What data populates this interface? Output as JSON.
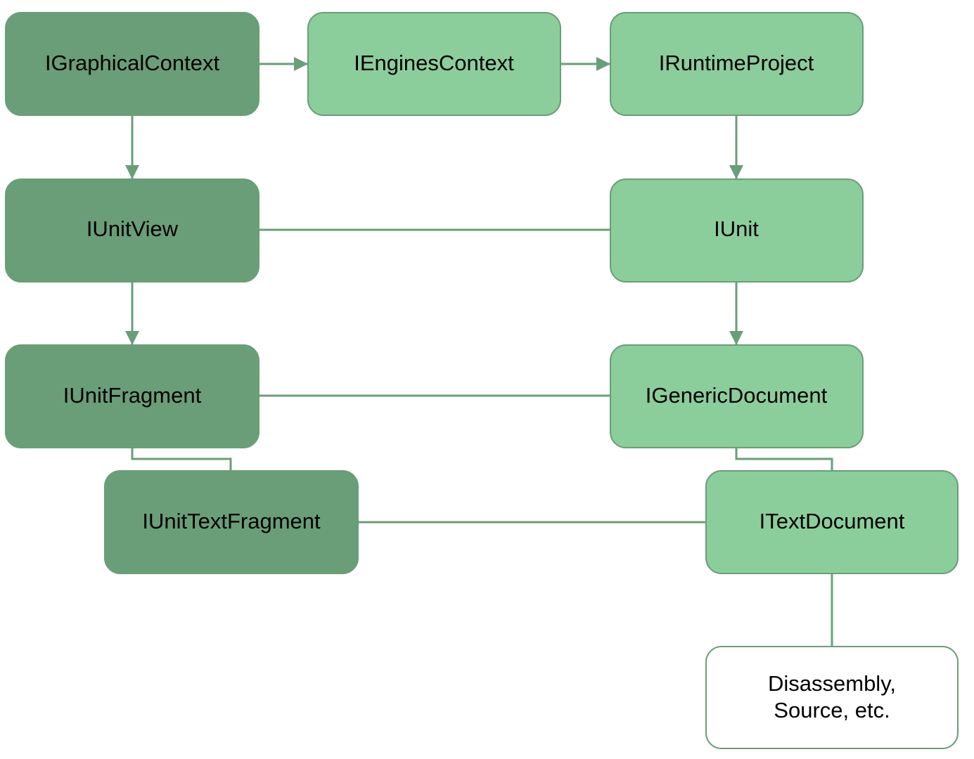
{
  "colors": {
    "view_node_fill": "#6a9e78",
    "model_node_fill": "#8ccd9c",
    "node_stroke": "#6a9e78",
    "leaf_node_fill": "#ffffff",
    "edge": "#6a9e78",
    "text": "#000000"
  },
  "nodes": {
    "graphical_context": "IGraphicalContext",
    "engines_context": "IEnginesContext",
    "runtime_project": "IRuntimeProject",
    "unit_view": "IUnitView",
    "unit": "IUnit",
    "unit_fragment": "IUnitFragment",
    "generic_document": "IGenericDocument",
    "unit_text_fragment": "IUnitTextFragment",
    "text_document": "ITextDocument",
    "concrete_documents": {
      "line1": "Disassembly,",
      "line2": "Source, etc."
    }
  },
  "edges": [
    {
      "from": "graphical_context",
      "to": "engines_context",
      "arrow": true
    },
    {
      "from": "engines_context",
      "to": "runtime_project",
      "arrow": true
    },
    {
      "from": "graphical_context",
      "to": "unit_view",
      "arrow": true
    },
    {
      "from": "runtime_project",
      "to": "unit",
      "arrow": true
    },
    {
      "from": "unit_view",
      "to": "unit",
      "arrow": false
    },
    {
      "from": "unit_view",
      "to": "unit_fragment",
      "arrow": true
    },
    {
      "from": "unit",
      "to": "generic_document",
      "arrow": true
    },
    {
      "from": "unit_fragment",
      "to": "generic_document",
      "arrow": false
    },
    {
      "from": "unit_fragment",
      "to": "unit_text_fragment",
      "arrow": false
    },
    {
      "from": "generic_document",
      "to": "text_document",
      "arrow": false
    },
    {
      "from": "unit_text_fragment",
      "to": "text_document",
      "arrow": false
    },
    {
      "from": "text_document",
      "to": "concrete_documents",
      "arrow": false
    }
  ]
}
